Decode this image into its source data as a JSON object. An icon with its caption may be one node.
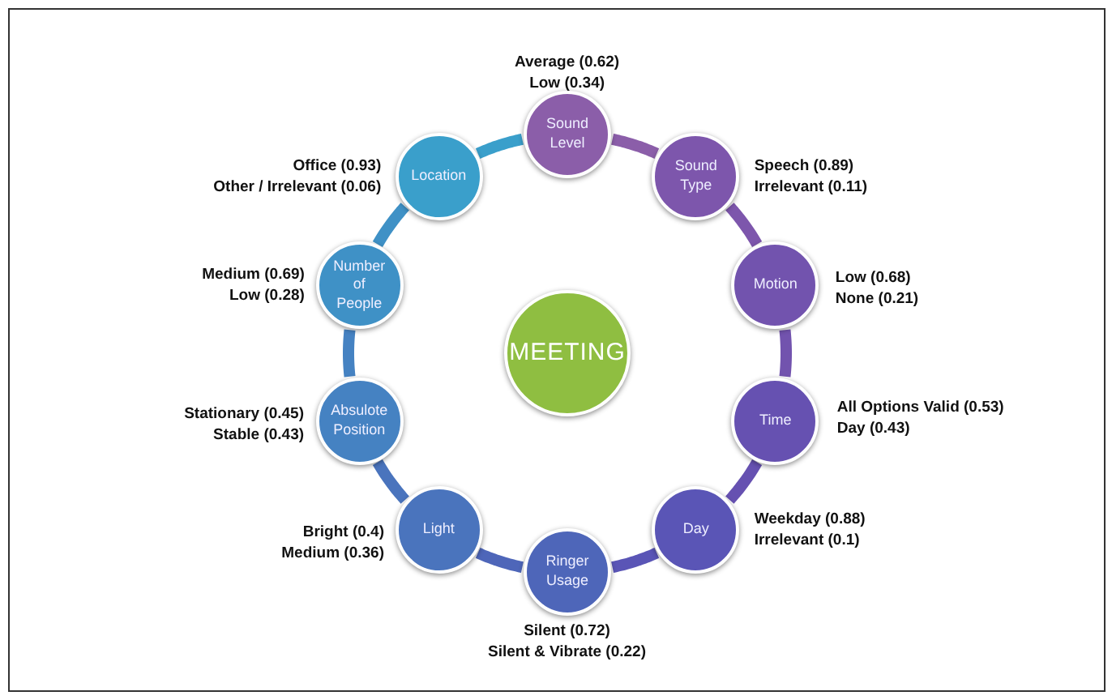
{
  "diagram": {
    "nodes": [
      {
        "text": [
          "Sound Level"
        ],
        "beside": [
          "Average (0.62)",
          "Low (0.34)"
        ]
      },
      {
        "text": [
          "Sound Type"
        ],
        "beside": [
          "Speech (0.89)",
          "Irrelevant (0.11)"
        ]
      },
      {
        "text": [
          "Motion"
        ],
        "beside": [
          "Low (0.68)",
          "None (0.21)"
        ]
      },
      {
        "text": [
          "Time"
        ],
        "beside": [
          "All Options Valid (0.53)",
          "Day (0.43)"
        ]
      },
      {
        "text": [
          "Day"
        ],
        "beside": [
          "Weekday (0.88)",
          "Irrelevant (0.1)"
        ]
      },
      {
        "text": [
          "Ringer Usage"
        ],
        "beside": [
          "Silent (0.72)",
          "Silent & Vibrate (0.22)"
        ]
      },
      {
        "text": [
          "Light"
        ],
        "beside": [
          "Bright (0.4)",
          "Medium (0.36)"
        ]
      },
      {
        "text": [
          "Absulote Position"
        ],
        "beside": [
          "Stationary (0.45)",
          "Stable (0.43)"
        ]
      },
      {
        "text": [
          "Number of People"
        ],
        "beside": [
          "Medium (0.69)",
          "Low (0.28)"
        ]
      },
      {
        "text": [
          "Location"
        ],
        "beside": [
          "Office (0.93)",
          "Other / Irrelevant (0.06)"
        ]
      },
      {
        "text": [
          "MEETING"
        ]
      }
    ],
    "edges": [
      {
        "from": 0,
        "to": 1,
        "arrow": "none"
      },
      {
        "from": 1,
        "to": 2,
        "arrow": "none"
      },
      {
        "from": 2,
        "to": 3,
        "arrow": "none"
      },
      {
        "from": 3,
        "to": 4,
        "arrow": "none"
      },
      {
        "from": 4,
        "to": 5,
        "arrow": "none"
      },
      {
        "from": 5,
        "to": 6,
        "arrow": "none"
      },
      {
        "from": 6,
        "to": 7,
        "arrow": "none"
      },
      {
        "from": 7,
        "to": 8,
        "arrow": "none"
      },
      {
        "from": 8,
        "to": 9,
        "arrow": "none"
      },
      {
        "from": 9,
        "to": 0,
        "arrow": "none"
      }
    ]
  }
}
